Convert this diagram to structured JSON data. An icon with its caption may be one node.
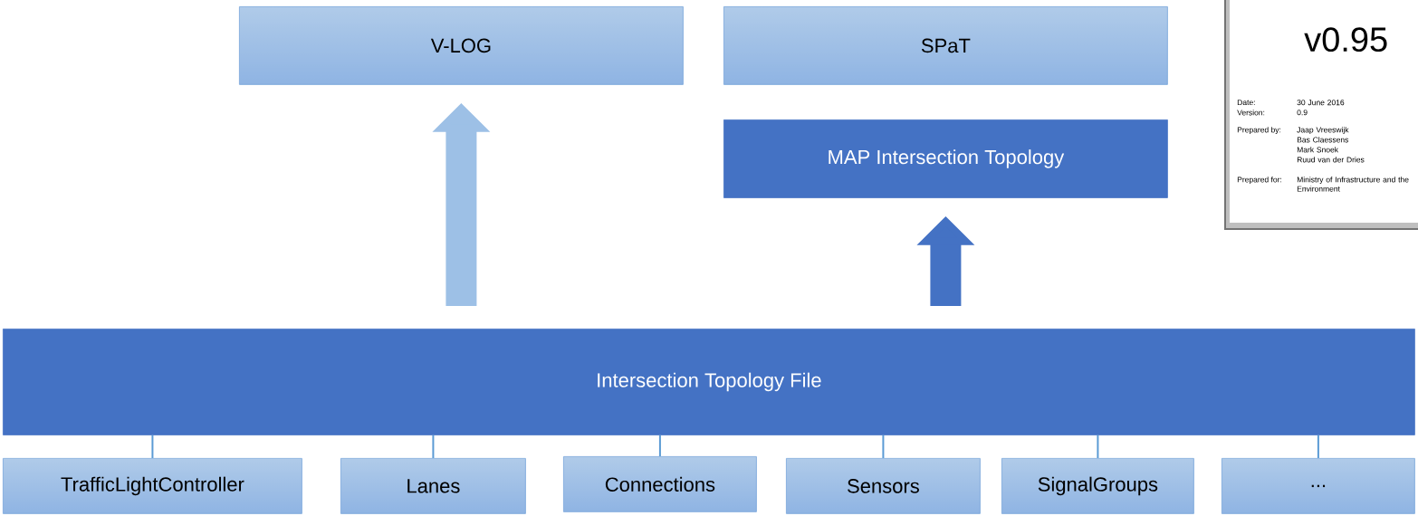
{
  "diagram": {
    "nodes": [
      {
        "text": [
          "V-LOG"
        ]
      },
      {
        "text": [
          "SPaT"
        ]
      },
      {
        "text": [
          "MAP Intersection Topology"
        ]
      },
      {
        "text": [
          "Intersection Topology File"
        ]
      },
      {
        "text": [
          "TrafficLightController"
        ]
      },
      {
        "text": [
          "Lanes"
        ]
      },
      {
        "text": [
          "Connections"
        ]
      },
      {
        "text": [
          "Sensors"
        ]
      },
      {
        "text": [
          "SignalGroups"
        ]
      },
      {
        "text": [
          "..."
        ]
      }
    ],
    "edges": [
      {
        "from": 3,
        "to": 0,
        "arrow": "to",
        "style": "thick",
        "color": "#9dc0e6"
      },
      {
        "from": 3,
        "to": 2,
        "arrow": "to",
        "style": "thick",
        "color": "#4472c4"
      },
      {
        "from": 3,
        "to": 4,
        "arrow": "none"
      },
      {
        "from": 3,
        "to": 5,
        "arrow": "none"
      },
      {
        "from": 3,
        "to": 6,
        "arrow": "none"
      },
      {
        "from": 3,
        "to": 7,
        "arrow": "none"
      },
      {
        "from": 3,
        "to": 8,
        "arrow": "none"
      },
      {
        "from": 3,
        "to": 9,
        "arrow": "none"
      }
    ],
    "labels": [
      "v0.95",
      "Date:",
      "30 June 2016",
      "Version:",
      "0.9",
      "Prepared by:",
      "Jaap Vreeswijk",
      "Bas Claessens",
      "Mark Snoek",
      "Ruud van der Dries",
      "Prepared for:",
      "Ministry of Infrastructure and the Environment"
    ]
  }
}
